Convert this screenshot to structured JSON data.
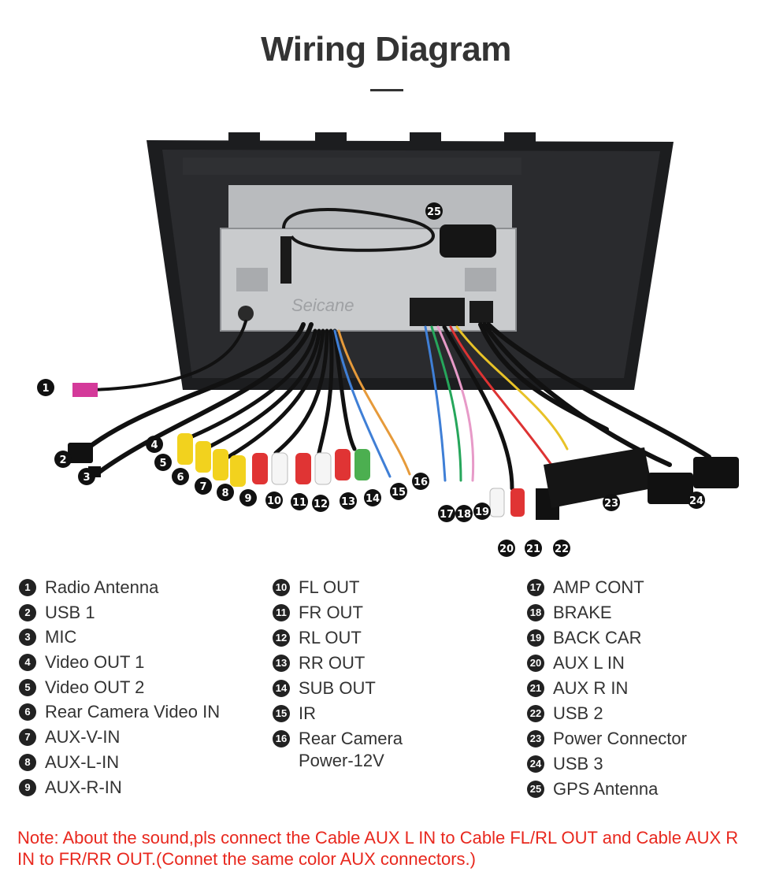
{
  "title": "Wiring Diagram",
  "watermark": "Seicane",
  "colors": {
    "note": "#e8281e",
    "title": "#333333",
    "frame": "#1c1d1f",
    "metal": "#c9cbcd"
  },
  "legend": {
    "column1": [
      {
        "num": "1",
        "label": "Radio Antenna"
      },
      {
        "num": "2",
        "label": "USB 1"
      },
      {
        "num": "3",
        "label": "MIC"
      },
      {
        "num": "4",
        "label": "Video OUT 1"
      },
      {
        "num": "5",
        "label": "Video OUT 2"
      },
      {
        "num": "6",
        "label": "Rear Camera Video IN"
      },
      {
        "num": "7",
        "label": "AUX-V-IN"
      },
      {
        "num": "8",
        "label": "AUX-L-IN"
      },
      {
        "num": "9",
        "label": "AUX-R-IN"
      }
    ],
    "column2": [
      {
        "num": "10",
        "label": "FL OUT"
      },
      {
        "num": "11",
        "label": "FR OUT"
      },
      {
        "num": "12",
        "label": "RL OUT"
      },
      {
        "num": "13",
        "label": "RR OUT"
      },
      {
        "num": "14",
        "label": "SUB OUT"
      },
      {
        "num": "15",
        "label": "IR"
      },
      {
        "num": "16",
        "label": "Rear Camera\nPower-12V"
      }
    ],
    "column3": [
      {
        "num": "17",
        "label": "AMP CONT"
      },
      {
        "num": "18",
        "label": "BRAKE"
      },
      {
        "num": "19",
        "label": "BACK CAR"
      },
      {
        "num": "20",
        "label": "AUX L IN"
      },
      {
        "num": "21",
        "label": "AUX R IN"
      },
      {
        "num": "22",
        "label": "USB 2"
      },
      {
        "num": "23",
        "label": "Power Connector"
      },
      {
        "num": "24",
        "label": "USB 3"
      },
      {
        "num": "25",
        "label": "GPS Antenna"
      }
    ]
  },
  "note": "Note: About the sound,pls connect the Cable AUX L IN to Cable FL/RL OUT and Cable AUX R IN to  FR/RR OUT.(Connet the same color AUX connectors.)"
}
